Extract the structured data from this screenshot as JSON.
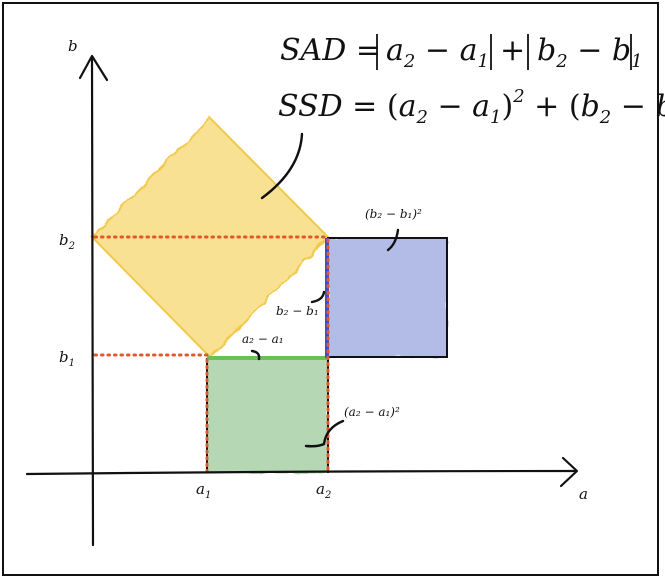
{
  "axes": {
    "x_label": "a",
    "y_label": "b"
  },
  "ticks": {
    "a1": {
      "base": "a",
      "sub": "1"
    },
    "a2": {
      "base": "a",
      "sub": "2"
    },
    "b1": {
      "base": "b",
      "sub": "1"
    },
    "b2": {
      "base": "b",
      "sub": "2"
    }
  },
  "formulas": {
    "sad_name": "SAD",
    "ssd_name": "SSD"
  },
  "annotations": {
    "a_diff": "a₂ − a₁",
    "b_diff": "b₂ − b₁",
    "a_diff_sq": "(a₂ − a₁)²",
    "b_diff_sq": "(b₂ − b₁)²"
  },
  "colors": {
    "yellow_fill": "#f7d978",
    "yellow_stroke": "#f2c94c",
    "green_fill": "#9cc99a",
    "green_line": "#6bbf59",
    "blue_fill": "#9aa5dd",
    "blue_line": "#3a4bd6",
    "dotted": "#e0592b",
    "ink": "#111111"
  }
}
